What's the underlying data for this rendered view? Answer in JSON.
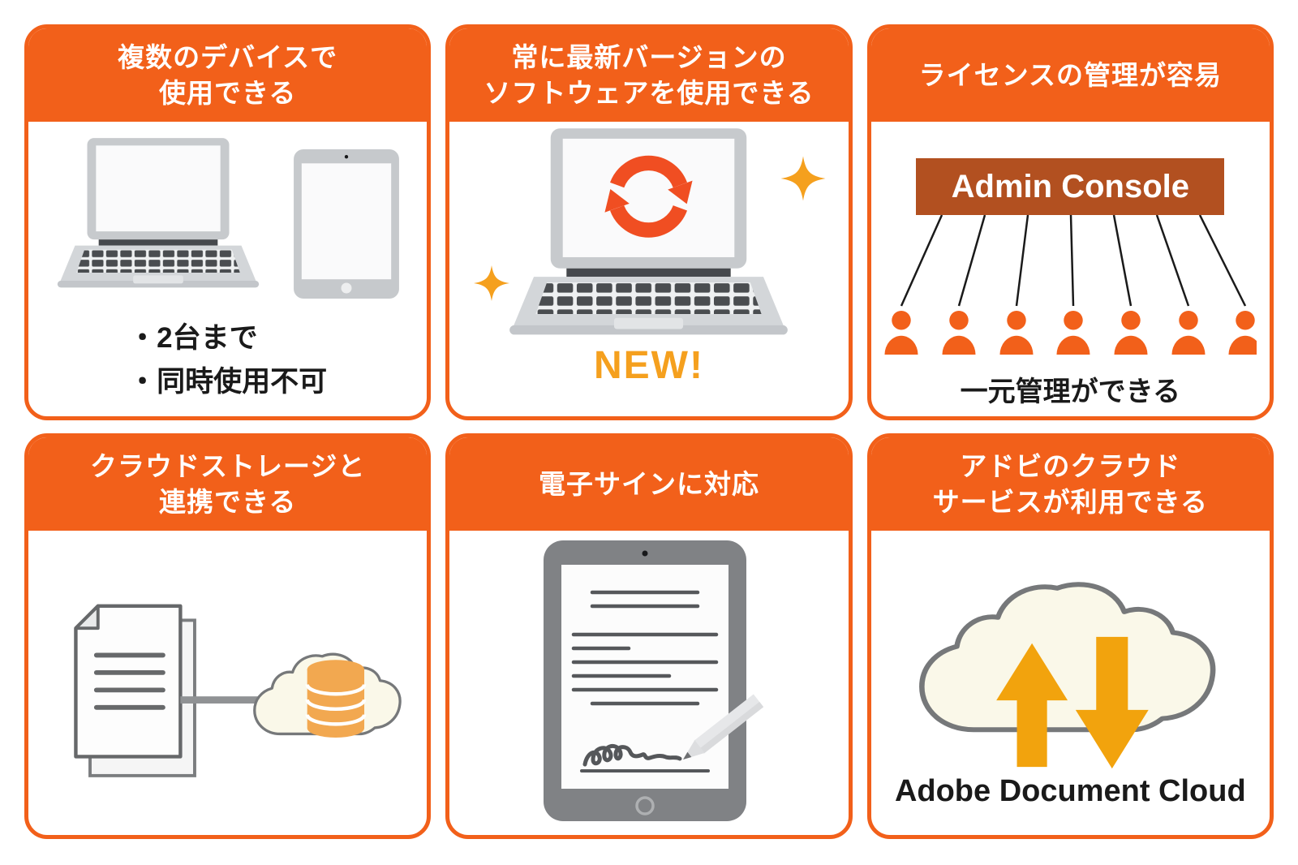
{
  "page": {
    "background": "#FFFFFF"
  },
  "colors": {
    "orange": "#F2601A",
    "sync_orange": "#F04E22",
    "amber": "#F5A01E",
    "arrow_amber": "#F2A30D",
    "brown": "#B25020",
    "db_amber": "#F2A850",
    "cream": "#FAF8E9",
    "ink": "#1A1A1A"
  },
  "cards": [
    {
      "title": "複数のデバイスで\n使用できる",
      "bullets": [
        "・2台まで",
        "・同時使用不可"
      ]
    },
    {
      "title": "常に最新バージョンの\nソフトウェアを使用できる",
      "badge": "NEW!"
    },
    {
      "title": "ライセンスの管理が容易",
      "box_label": "Admin Console",
      "user_count": 7,
      "caption": "一元管理ができる"
    },
    {
      "title": "クラウドストレージと\n連携できる"
    },
    {
      "title": "電子サインに対応"
    },
    {
      "title": "アドビのクラウド\nサービスが利用できる",
      "caption": "Adobe Document Cloud"
    }
  ],
  "icons": [
    "laptop-icon",
    "tablet-icon",
    "sync-icon",
    "sparkle-icon",
    "user-icon",
    "document-stack-icon",
    "cloud-icon",
    "database-icon",
    "signature-tablet-icon",
    "stylus-icon",
    "upload-arrow-icon",
    "download-arrow-icon"
  ]
}
